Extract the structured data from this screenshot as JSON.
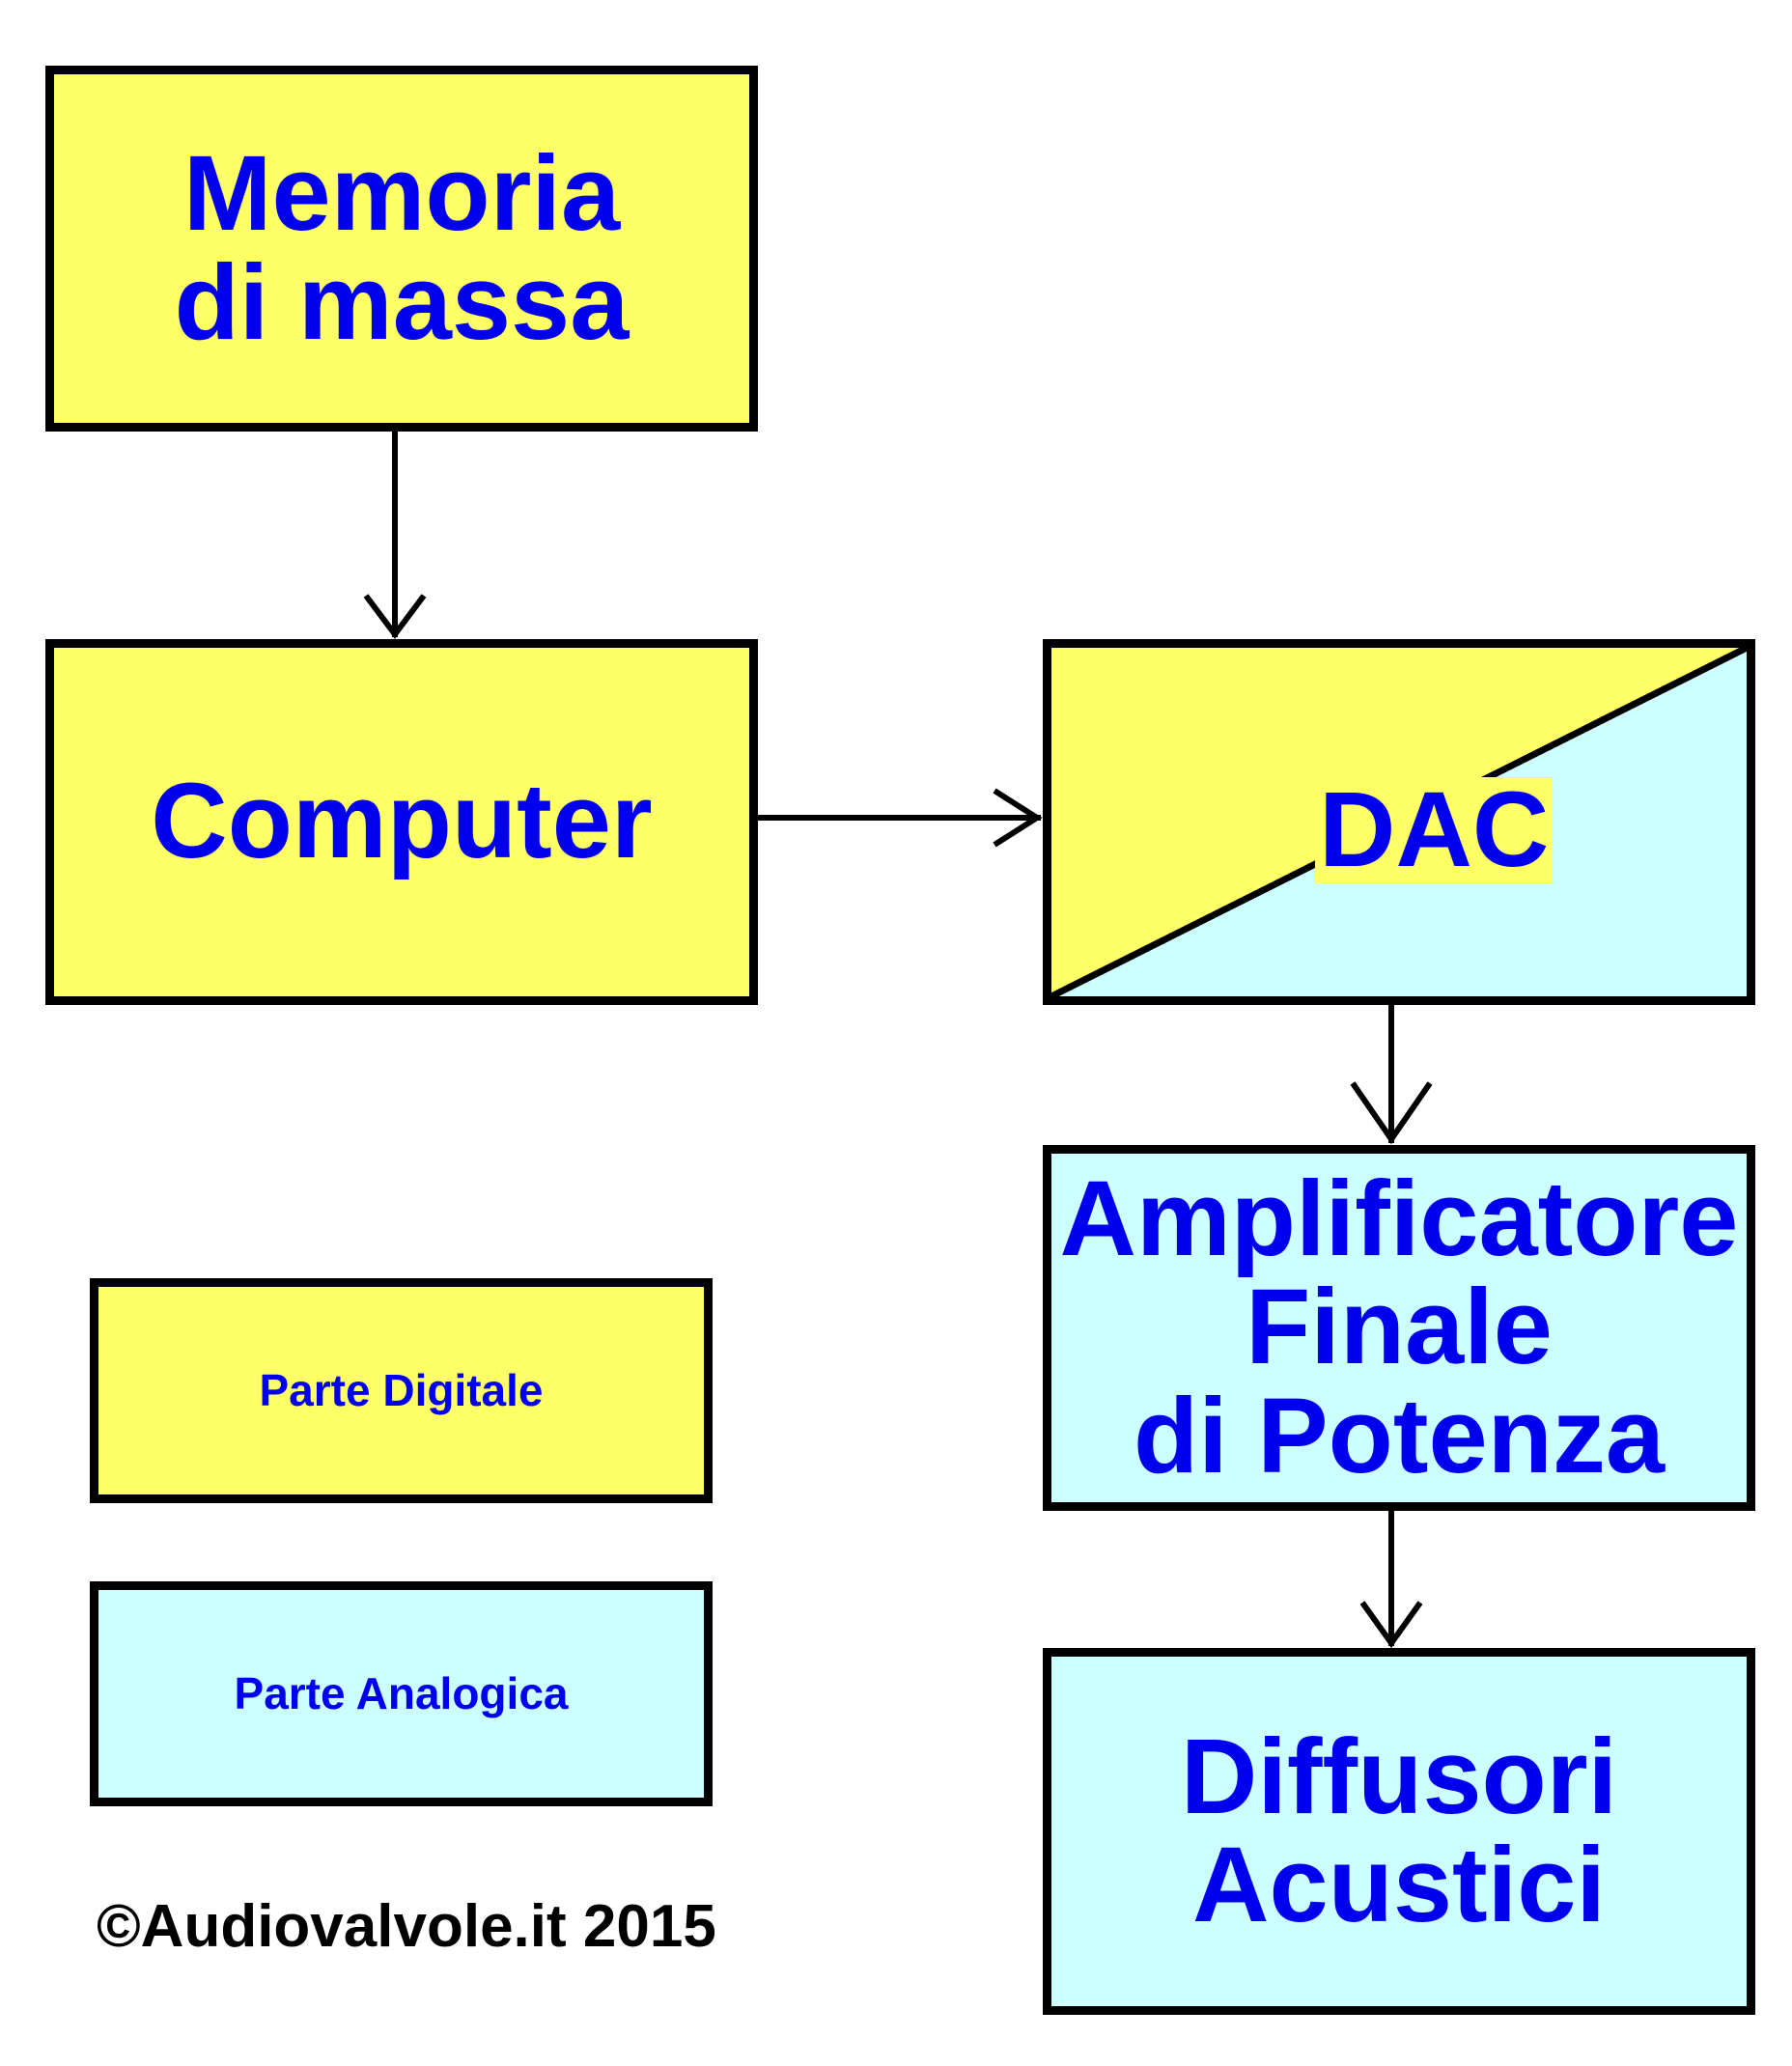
{
  "blocks": {
    "memoria": {
      "lines": [
        "Memoria",
        "di massa"
      ]
    },
    "computer": {
      "lines": [
        "Computer"
      ]
    },
    "dac": {
      "label": "DAC"
    },
    "amplificatore": {
      "lines": [
        "Amplificatore",
        "Finale",
        "di Potenza"
      ]
    },
    "diffusori": {
      "lines": [
        "Diffusori",
        "Acustici"
      ]
    }
  },
  "legend": {
    "digital": "Parte Digitale",
    "analog": "Parte Analogica"
  },
  "copyright": "©Audiovalvole.it 2015",
  "colors": {
    "digital": "#ffff66",
    "analog": "#ccffff",
    "text": "#0000ee",
    "border": "#000000"
  }
}
